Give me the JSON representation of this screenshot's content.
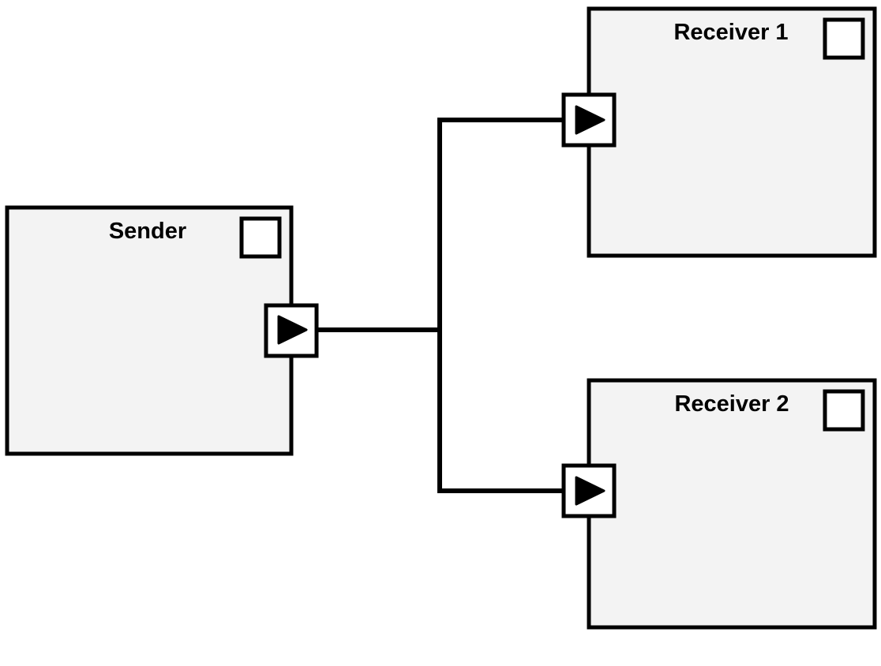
{
  "diagram": {
    "blocks": [
      {
        "id": "sender",
        "label": "Sender"
      },
      {
        "id": "receiver1",
        "label": "Receiver 1"
      },
      {
        "id": "receiver2",
        "label": "Receiver 2"
      }
    ],
    "connections": [
      {
        "from": "Sender",
        "to": "Receiver 1"
      },
      {
        "from": "Sender",
        "to": "Receiver 2"
      }
    ],
    "colors": {
      "block_fill": "#f3f3f3",
      "stroke": "#000000",
      "port_fill": "#ffffff"
    },
    "icons": {
      "port": "play-arrow-icon",
      "corner": "square-icon"
    }
  }
}
